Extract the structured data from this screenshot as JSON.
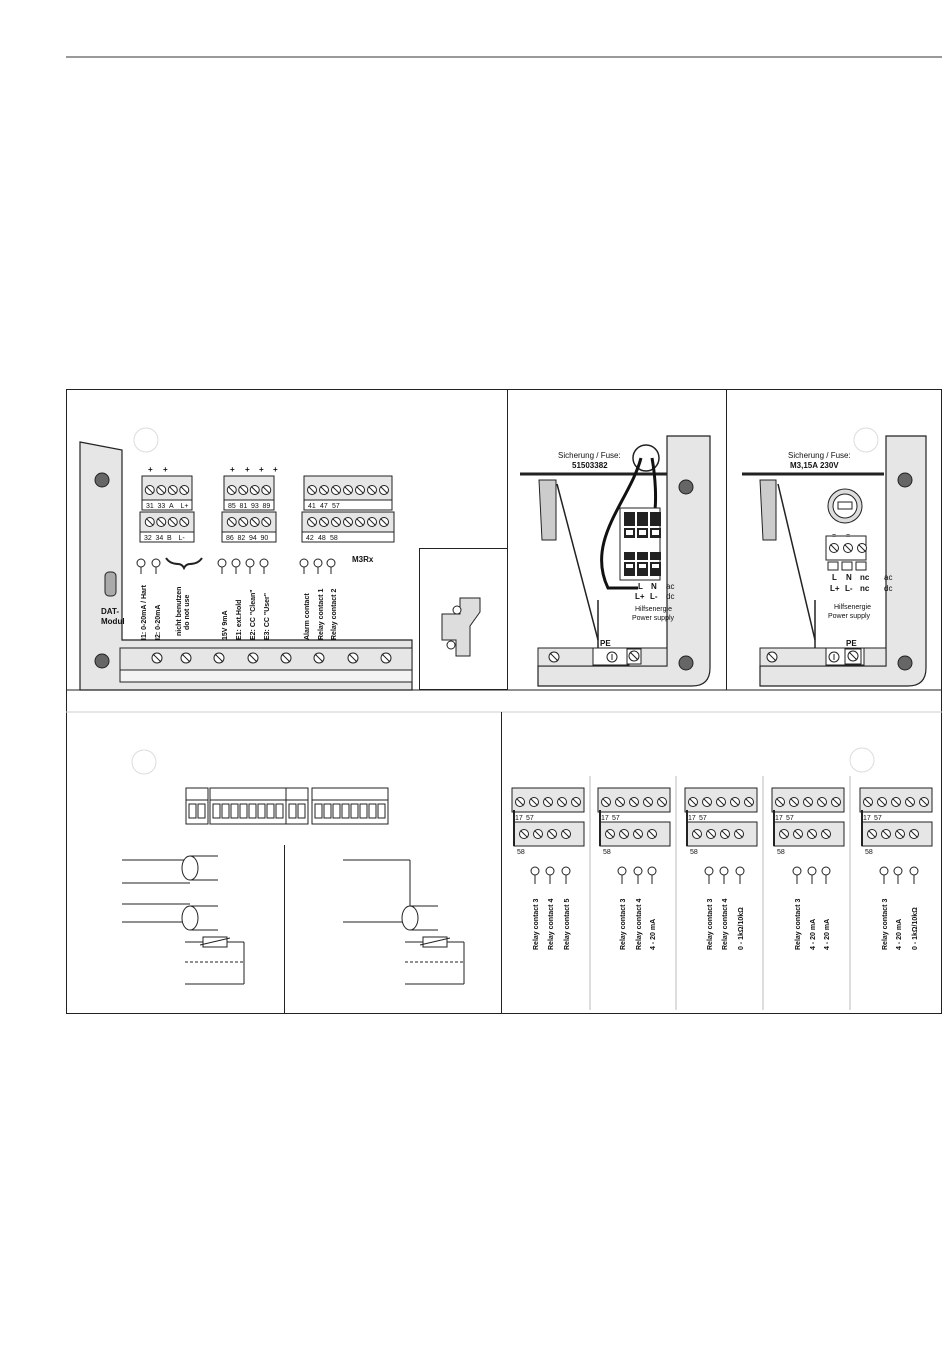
{
  "panel_a": {
    "plus": "+",
    "term_top_1": [
      "31",
      "33",
      "A",
      "L+"
    ],
    "term_bot_1": [
      "32",
      "34",
      "B",
      "L-"
    ],
    "term_top_2": [
      "85",
      "81",
      "93",
      "89"
    ],
    "term_bot_2": [
      "86",
      "82",
      "94",
      "90"
    ],
    "term_top_3": [
      "41",
      "47",
      "57"
    ],
    "term_bot_3": [
      "42",
      "48",
      "58"
    ],
    "m3rx": "M3Rx",
    "dat_1": "DAT-",
    "dat_2": "Modul",
    "labels_1": [
      "I1: 0-20mA / Hart",
      "I2: 0-20mA"
    ],
    "nicht_1": "nicht benutzen",
    "nicht_2": "do not use",
    "labels_2": [
      "15V  9mA",
      "E1: ext.Hold",
      "E2: CC \"Clean\"",
      "E3: CC \"User\""
    ],
    "labels_3": [
      "Alarm contact",
      "Relay contact 1",
      "Relay contact 2"
    ]
  },
  "panel_b": {
    "fuse_label": "Sicherung / Fuse:",
    "fuse_value": "51503382",
    "l": "L",
    "n": "N",
    "ac": "ac",
    "lp": "L+",
    "lm": "L-",
    "dc": "dc",
    "power_1": "Hilfsenergie",
    "power_2": "Power supply",
    "pe": "PE"
  },
  "panel_c": {
    "fuse_label": "Sicherung / Fuse:",
    "fuse_value": "M3,15A 230V",
    "l": "L",
    "n": "N",
    "nc": "nc",
    "ac": "ac",
    "lp": "L+",
    "lm": "L-",
    "nc2": "nc",
    "dc": "dc",
    "power_1": "Hilfsenergie",
    "power_2": "Power supply",
    "pe": "PE"
  },
  "modules": {
    "top_pins": [
      "17",
      "57"
    ],
    "bottom_pin": "58",
    "items": [
      {
        "labels": [
          "Relay contact 3",
          "Relay contact 4",
          "Relay contact 5"
        ]
      },
      {
        "labels": [
          "Relay contact 3",
          "Relay contact 4",
          "4 - 20 mA"
        ]
      },
      {
        "labels": [
          "Relay contact 3",
          "Relay contact 4",
          "0 - 1kΩ/10kΩ"
        ]
      },
      {
        "labels": [
          "Relay contact 3",
          "4 - 20 mA",
          "4 - 20 mA"
        ]
      },
      {
        "labels": [
          "Relay contact 3",
          "4 - 20 mA",
          "0 - 1kΩ/10kΩ"
        ]
      }
    ]
  }
}
